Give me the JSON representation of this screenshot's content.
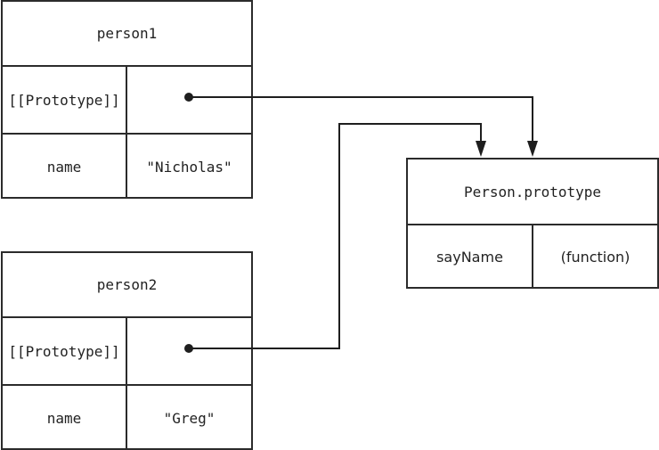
{
  "person1": {
    "title": "person1",
    "prototype_label": "[[Prototype]]",
    "name_label": "name",
    "name_value": "\"Nicholas\""
  },
  "person2": {
    "title": "person2",
    "prototype_label": "[[Prototype]]",
    "name_label": "name",
    "name_value": "\"Greg\""
  },
  "person_prototype": {
    "title": "Person.prototype",
    "method_label": "sayName",
    "method_value": "(function)"
  }
}
